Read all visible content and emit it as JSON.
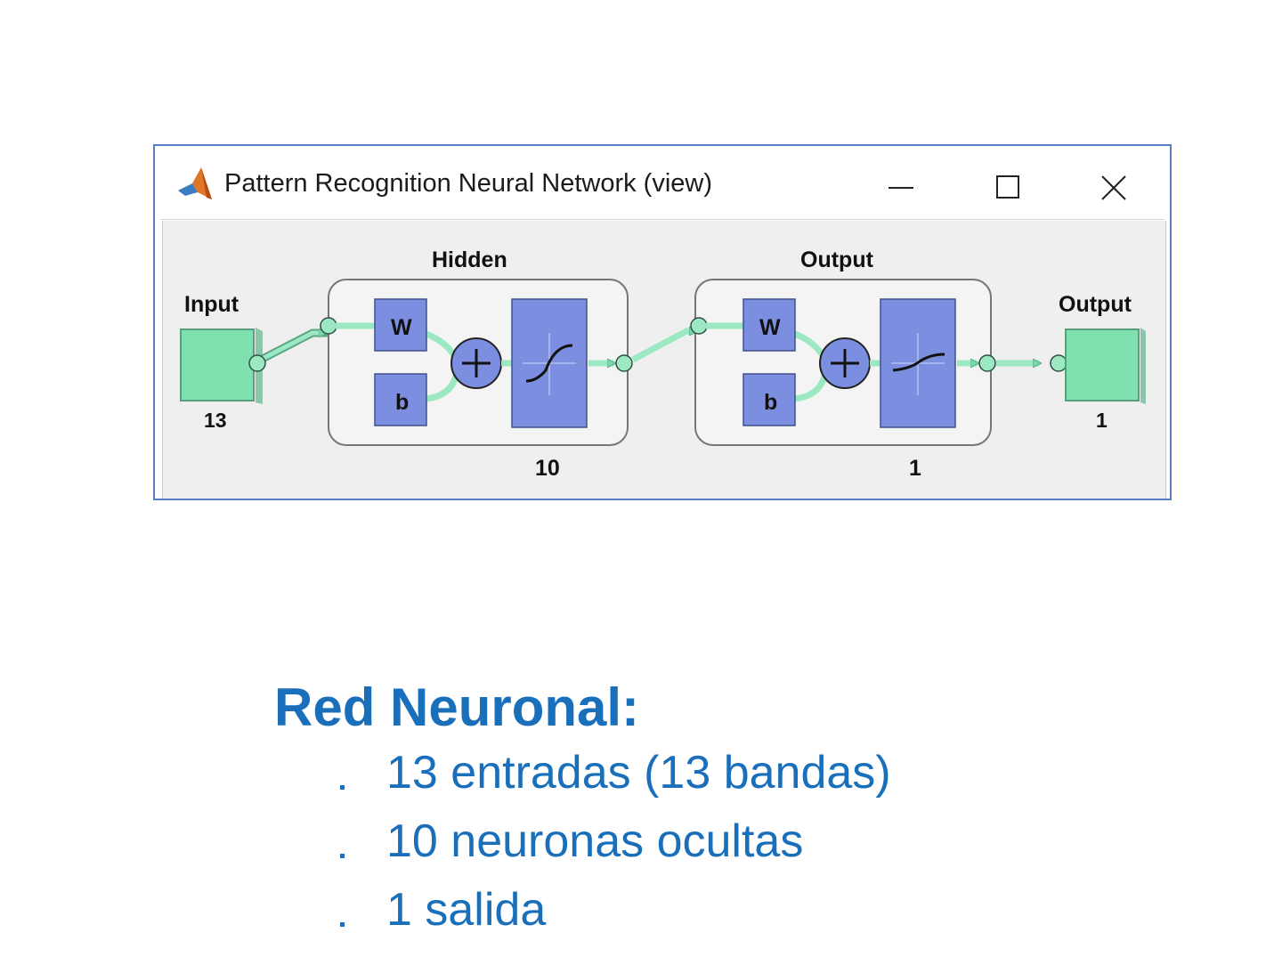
{
  "window": {
    "title": "Pattern Recognition Neural Network (view)",
    "icons": {
      "app": "matlab-logo-icon",
      "minimize": "minimize-icon",
      "maximize": "maximize-icon",
      "close": "close-icon"
    }
  },
  "diagram": {
    "input": {
      "label": "Input",
      "size": "13"
    },
    "hidden_layer": {
      "label": "Hidden",
      "weight_label": "W",
      "bias_label": "b",
      "size": "10",
      "transfer": "tansig-icon"
    },
    "output_layer": {
      "label": "Output",
      "weight_label": "W",
      "bias_label": "b",
      "size": "1",
      "transfer": "linear-sigmoid-icon"
    },
    "output": {
      "label": "Output",
      "size": "1"
    },
    "colors": {
      "block": "#7b8ee0",
      "io": "#7fe0b0",
      "connector": "#79d9a8",
      "layer_bg": "#f4f4f4"
    }
  },
  "summary": {
    "title": "Red Neuronal:",
    "bullets": [
      "13 entradas (13 bandas)",
      "10 neuronas ocultas",
      "1 salida"
    ],
    "color": "#1a6fba"
  }
}
